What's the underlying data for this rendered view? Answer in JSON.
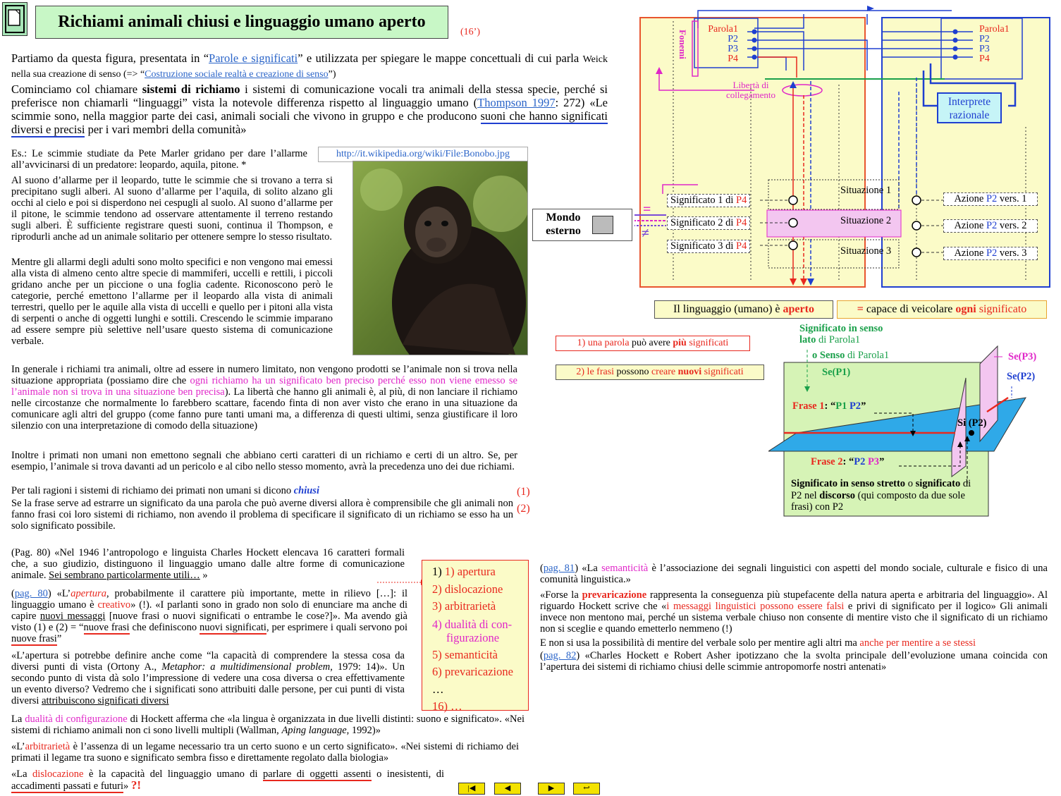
{
  "header": {
    "title": "Richiami animali chiusi e  linguaggio umano aperto",
    "duration": "(16’)"
  },
  "intro": {
    "p1a": "Partiamo da questa figura, presentata in “",
    "p1_link": "Parole e significati",
    "p1b": "” e utilizzata per spiegare le mappe concettuali di cui parla ",
    "p1c": "Weick nella sua creazione di senso (=> “",
    "p1_link2": "Costruzione sociale realtà e creazione di senso",
    "p1d": "”)",
    "p2a": "Cominciamo col chiamare ",
    "p2_bold": "sistemi di richiamo",
    "p2b": " i sistemi di comunicazione vocali tra animali della stessa specie, perché si preferisce non chiamarli “linguaggi” vista la notevole differenza rispetto al linguaggio umano (",
    "p2_link": "Thompson 1997",
    "p2c": ": 272) «Le scimmie sono, nella maggior parte  dei casi, animali sociali che vivono in gruppo e che producono ",
    "p2_ul": "suoni che hanno significati  diversi e precisi",
    "p2d": " per i vari membri della comunità»"
  },
  "image": {
    "caption_link": "http://it.wikipedia.org/wiki/File:Bonobo.jpg"
  },
  "left_col": {
    "es": "Es.: Le scimmie studiate da Pete Marler gridano per dare l’allarme all’avvicinarsi di un predatore: leopardo, aquila, pitone. *",
    "p_alarm": "Al suono d’allarme per il leopardo, tutte le scimmie che si trovano a terra si precipitano sugli alberi. Al suono d’allarme per l’aquila, di solito alzano gli occhi al cielo e poi si disperdono nei cespugli al suolo. Al suono d’allarme per il pitone, le scimmie tendono ad osservare attentamente il terreno restando sugli alberi. È  sufficiente registrare questi suoni, continua il Thompson, e riprodurli anche ad un animale solitario per ottenere sempre lo stesso risultato.",
    "p_mentre": "Mentre gli allarmi degli adulti sono molto specifici e non vengono mai emessi alla vista di almeno cento altre specie di mammiferi, uccelli e rettili, i piccoli gridano anche per un piccione o una foglia cadente. Riconoscono però le categorie, perché emettono l’allarme per il leopardo alla vista di animali terrestri, quello per le aquile alla vista di uccelli e quello per i pitoni alla vista di serpenti o anche di oggetti lunghi e sottili. Crescendo le scimmie imparano ad essere sempre più selettive nell’usare questo sistema di comunicazione verbale.",
    "p_generale_a": "In generale i richiami tra animali, oltre ad essere in numero limitato, non vengono prodotti se l’animale non si trova nella situazione appropriata  (possiamo dire che ",
    "p_generale_mag": "ogni richiamo ha un significato ben preciso perché esso non viene emesso se l’animale non si trova in una situazione ben precisa",
    "p_generale_b": "). La libertà che hanno gli animali è, al più, di non lanciare il richiamo nelle circostanze che normalmente lo farebbero scattare, facendo finta di non aver visto che erano in una situazione da comunicare agli altri del gruppo (come fanno pure tanti umani ma, a differenza di questi ultimi, senza giustificare il loro silenzio con una interpretazione di comodo della situazione)",
    "p_inoltre": "Inoltre i primati non umani non emettono segnali che abbiano certi caratteri di un richiamo e certi di un altro. Se, per esempio, l’animale si trova davanti ad un pericolo e al cibo nello stesso momento, avrà la precedenza uno dei due richiami.",
    "p_tali_a": "Per tali ragioni i sistemi di richiamo dei primati non umani si dicono ",
    "p_tali_b": "chiusi",
    "ref1": "(1)",
    "p_se": "Se la frase serve ad estrarre un significato da una parola che può averne diversi allora è comprensibile che gli animali non fanno frasi coi loro sistemi di richiamo, non avendo il problema di specificare il significato di un richiamo se esso ha un solo significato possibile.",
    "ref2": "(2)"
  },
  "bottom_left": {
    "hockett_a": "(Pag. 80)    «Nel 1946 l’antropologo e linguista Charles Hockett elencava 16 caratteri formali che, a suo giudizio, distinguono il linguaggio umano dalle altre forme di comunicazione animale. ",
    "hockett_ul": "Sei sembrano particolarmente utili…",
    "hockett_b": " »",
    "ap_link": "pag. 80",
    "ap_a": ") «L’",
    "ap_red": "apertura",
    "ap_b": ", probabilmente il carattere più importante, mette in rilievo […]: il linguaggio umano è ",
    "ap_creativo": "creativo",
    "ap_c": "» (!).  «I parlanti sono in grado non solo di enunciare ma anche di capire ",
    "ap_ul1": "nuovi messaggi",
    "ap_d": " [nuove frasi o nuovi significati o entrambe le cose?]». Ma avendo già visto (1) e (2) = “",
    "ap_ul2": "nuove frasi",
    "ap_e": " che definiscono ",
    "ap_ul3": "nuovi significati",
    "ap_f": ", per esprimere i quali servono poi ",
    "ap_ul4": "nuove frasi",
    "ap_g": "”",
    "ortony_a": "«L’apertura si potrebbe definire anche come “la capacità di comprendere la stessa cosa da diversi punti di vista (Ortony A., ",
    "ortony_i": "Metaphor: a multidimensional problem",
    "ortony_b": ", 1979: 14)».  Un secondo punto di vista dà solo l’impressione di vedere una cosa diversa o crea effettivamente un evento diverso? Vedremo  che  i  significati  sono attribuiti dalle persone, per cui punti di vista diversi ",
    "ortony_ul": "attribuiscono significati diversi",
    "dual_a": "La ",
    "dual_mag": "dualità di configurazione",
    "dual_b": " di Hockett afferma che «la lingua è organizzata in due livelli distinti: suono e significato». «Nei sistemi di richiamo animali non ci sono livelli multipli (Wallman, ",
    "dual_i": "Aping language",
    "dual_c": ", 1992)»",
    "arb_a": "«L’",
    "arb_red": "arbitrarietà",
    "arb_b": " è l’assenza di un legame necessario tra un certo suono e un certo significato».    «Nei sistemi di richiamo dei primati il legame tra suono e significato sembra fisso e direttamente regolato dalla biologia»",
    "dis_a": "«La ",
    "dis_red": "dislocazione",
    "dis_b": " è la capacità del linguaggio umano di ",
    "dis_ul1": "parlare di oggetti assenti",
    "dis_c": " o inesistenti, di ",
    "dis_ul2": "accadimenti passati e futuri",
    "dis_d": "» ",
    "dis_mark": "?!"
  },
  "hockett_list": {
    "items": [
      "1) apertura",
      "2) dislocazione",
      "3) arbitrarietà",
      "4) dualità di con-",
      "figurazione",
      "5) semanticità",
      "6) prevaricazione",
      "…",
      "16) …"
    ]
  },
  "bottom_right": {
    "sem_link": "pag. 81",
    "sem_a": ") «La ",
    "sem_mag": "semanticità",
    "sem_b": " è l’associazione dei segnali linguistici con aspetti del mondo sociale, culturale e fisico di una comunità linguistica.»",
    "prev_a": "«Forse la ",
    "prev_red": "prevaricazione",
    "prev_b": " rappresenta la conseguenza più stupefacente della natura aperta e arbitraria del linguaggio». Al riguardo Hockett scrive che «",
    "prev_red2": "i messaggi linguistici possono essere falsi",
    "prev_c": "  e privi di significato per il logico»  Gli animali invece non mentono mai, perché un sistema verbale chiuso non consente di mentire visto che il significato di un richiamo non si sceglie e quando emetterlo nemmeno   (!)",
    "mentire_a": "E non si usa la possibilità di mentire del verbale solo per mentire agli altri ma ",
    "mentire_red": "anche per mentire a se stessi",
    "asher_link": "pag. 82",
    "asher_b": ") «Charles Hockett e Robert Asher ipotizzano che la svolta principale dell’evoluzione umana coincida con l’apertura dei sistemi di richiamo chiusi delle scimmie antropomorfe nostri antenati»"
  },
  "diagram": {
    "parole_left": [
      "Parola1",
      "P2",
      "P3",
      "P4"
    ],
    "parole_right": [
      "Parola1",
      "P2",
      "P3",
      "P4"
    ],
    "fonemi": "Fonemi",
    "liberta": "Libertà di collegamento",
    "interprete": "Interprete razionale",
    "mondo": "Mondo esterno",
    "eq": "=",
    "neq": "≠",
    "significati": [
      {
        "a": "Significato 1 di ",
        "b": "P4"
      },
      {
        "a": "Significato 2 di ",
        "b": "P4"
      },
      {
        "a": "Significato 3 di ",
        "b": "P4"
      }
    ],
    "situazioni": [
      "Situazione 1",
      "Situazione 2",
      "Situazione 3"
    ],
    "azioni": [
      {
        "a": "Azione ",
        "b": "P2",
        "c": " vers. 1"
      },
      {
        "a": "Azione ",
        "b": "P2",
        "c": " vers. 2"
      },
      {
        "a": "Azione ",
        "b": "P2",
        "c": " vers. 3"
      }
    ]
  },
  "aperto": {
    "a": "Il linguaggio (umano) è ",
    "b": "aperto",
    "c1": "= ",
    "c2": "capace di veicolare ",
    "c3": "ogni",
    "c4": " significato"
  },
  "bullets": {
    "b1_a": "1) una parola ",
    "b1_b": "può avere ",
    "b1_c": "più",
    "b1_d": " significati",
    "b2_a": "2) le frasi ",
    "b2_b": "possono ",
    "b2_c": "creare ",
    "b2_d": "nuovi",
    "b2_e": " significati"
  },
  "diagram2": {
    "lato1": "Significato in senso",
    "lato2a": "lato",
    "lato2b": " di Parola1",
    "senso_a": "o Senso",
    "senso_b": " di Parola1",
    "sep1": "Se(P1)",
    "sep2": "Se(P2)",
    "sep3": "Se(P3)",
    "frase1_a": "Frase 1",
    "frase1_b": ": “",
    "frase1_p1": "P1",
    "frase1_p2": "P2",
    "frase1_c": "”",
    "frase2_a": "Frase 2",
    "frase2_b": ": “",
    "frase2_p2": "P2",
    "frase2_p3": "P3",
    "frase2_c": "”",
    "si": "Si (P2)",
    "stretto_a": "Significato in senso stretto",
    "stretto_b": " o ",
    "stretto_c": "significato",
    "stretto_d": " di P2 nel ",
    "stretto_e": "discorso",
    "stretto_f": " (qui composto da due sole frasi) con P2"
  },
  "nav": {
    "first": "|◀",
    "prev": "◀",
    "next": "▶",
    "last": "↩"
  }
}
